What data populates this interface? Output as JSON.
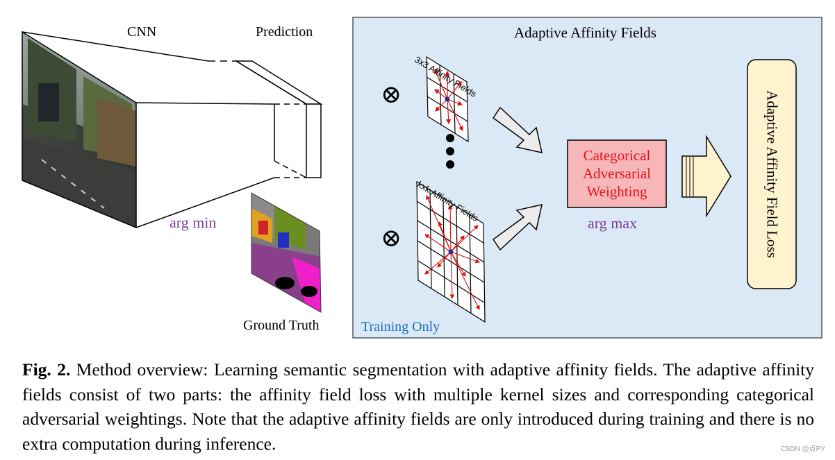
{
  "labels": {
    "cnn": "CNN",
    "prediction": "Prediction",
    "arg_min": "arg min",
    "ground_truth": "Ground Truth",
    "aaf_title": "Adaptive Affinity Fields",
    "grid_3x3": "3x3 Affinity Fields",
    "grid_kxk": "kxk Affinity Fields",
    "caw": [
      "Categorical",
      "Adversarial",
      "Weighting"
    ],
    "arg_max": "arg max",
    "aaf_loss": "Adaptive Affinity Field Loss",
    "training_only": "Training Only",
    "otimes": "⊗"
  },
  "caption": {
    "fig": "Fig. 2.",
    "text": " Method overview: Learning semantic segmentation with adaptive affinity fields. The adaptive affinity fields consist of two parts: the affinity field loss with multiple kernel sizes and corresponding categorical adversarial weightings. Note that the adaptive affinity fields are only introduced during training and there is no extra computation during inference."
  },
  "watermark": "CSDN @点PY",
  "colors": {
    "panel_bg": "#dbe8f5",
    "panel_border": "#555555",
    "caw_bg": "#f7b6b8",
    "caw_text": "#e8141c",
    "loss_bg": "#fdf3cf",
    "arg_purple": "#7b3f9a",
    "training_blue": "#1f6fc0",
    "arrow_red": "#e01010",
    "center_dot": "#1d2f8c"
  }
}
